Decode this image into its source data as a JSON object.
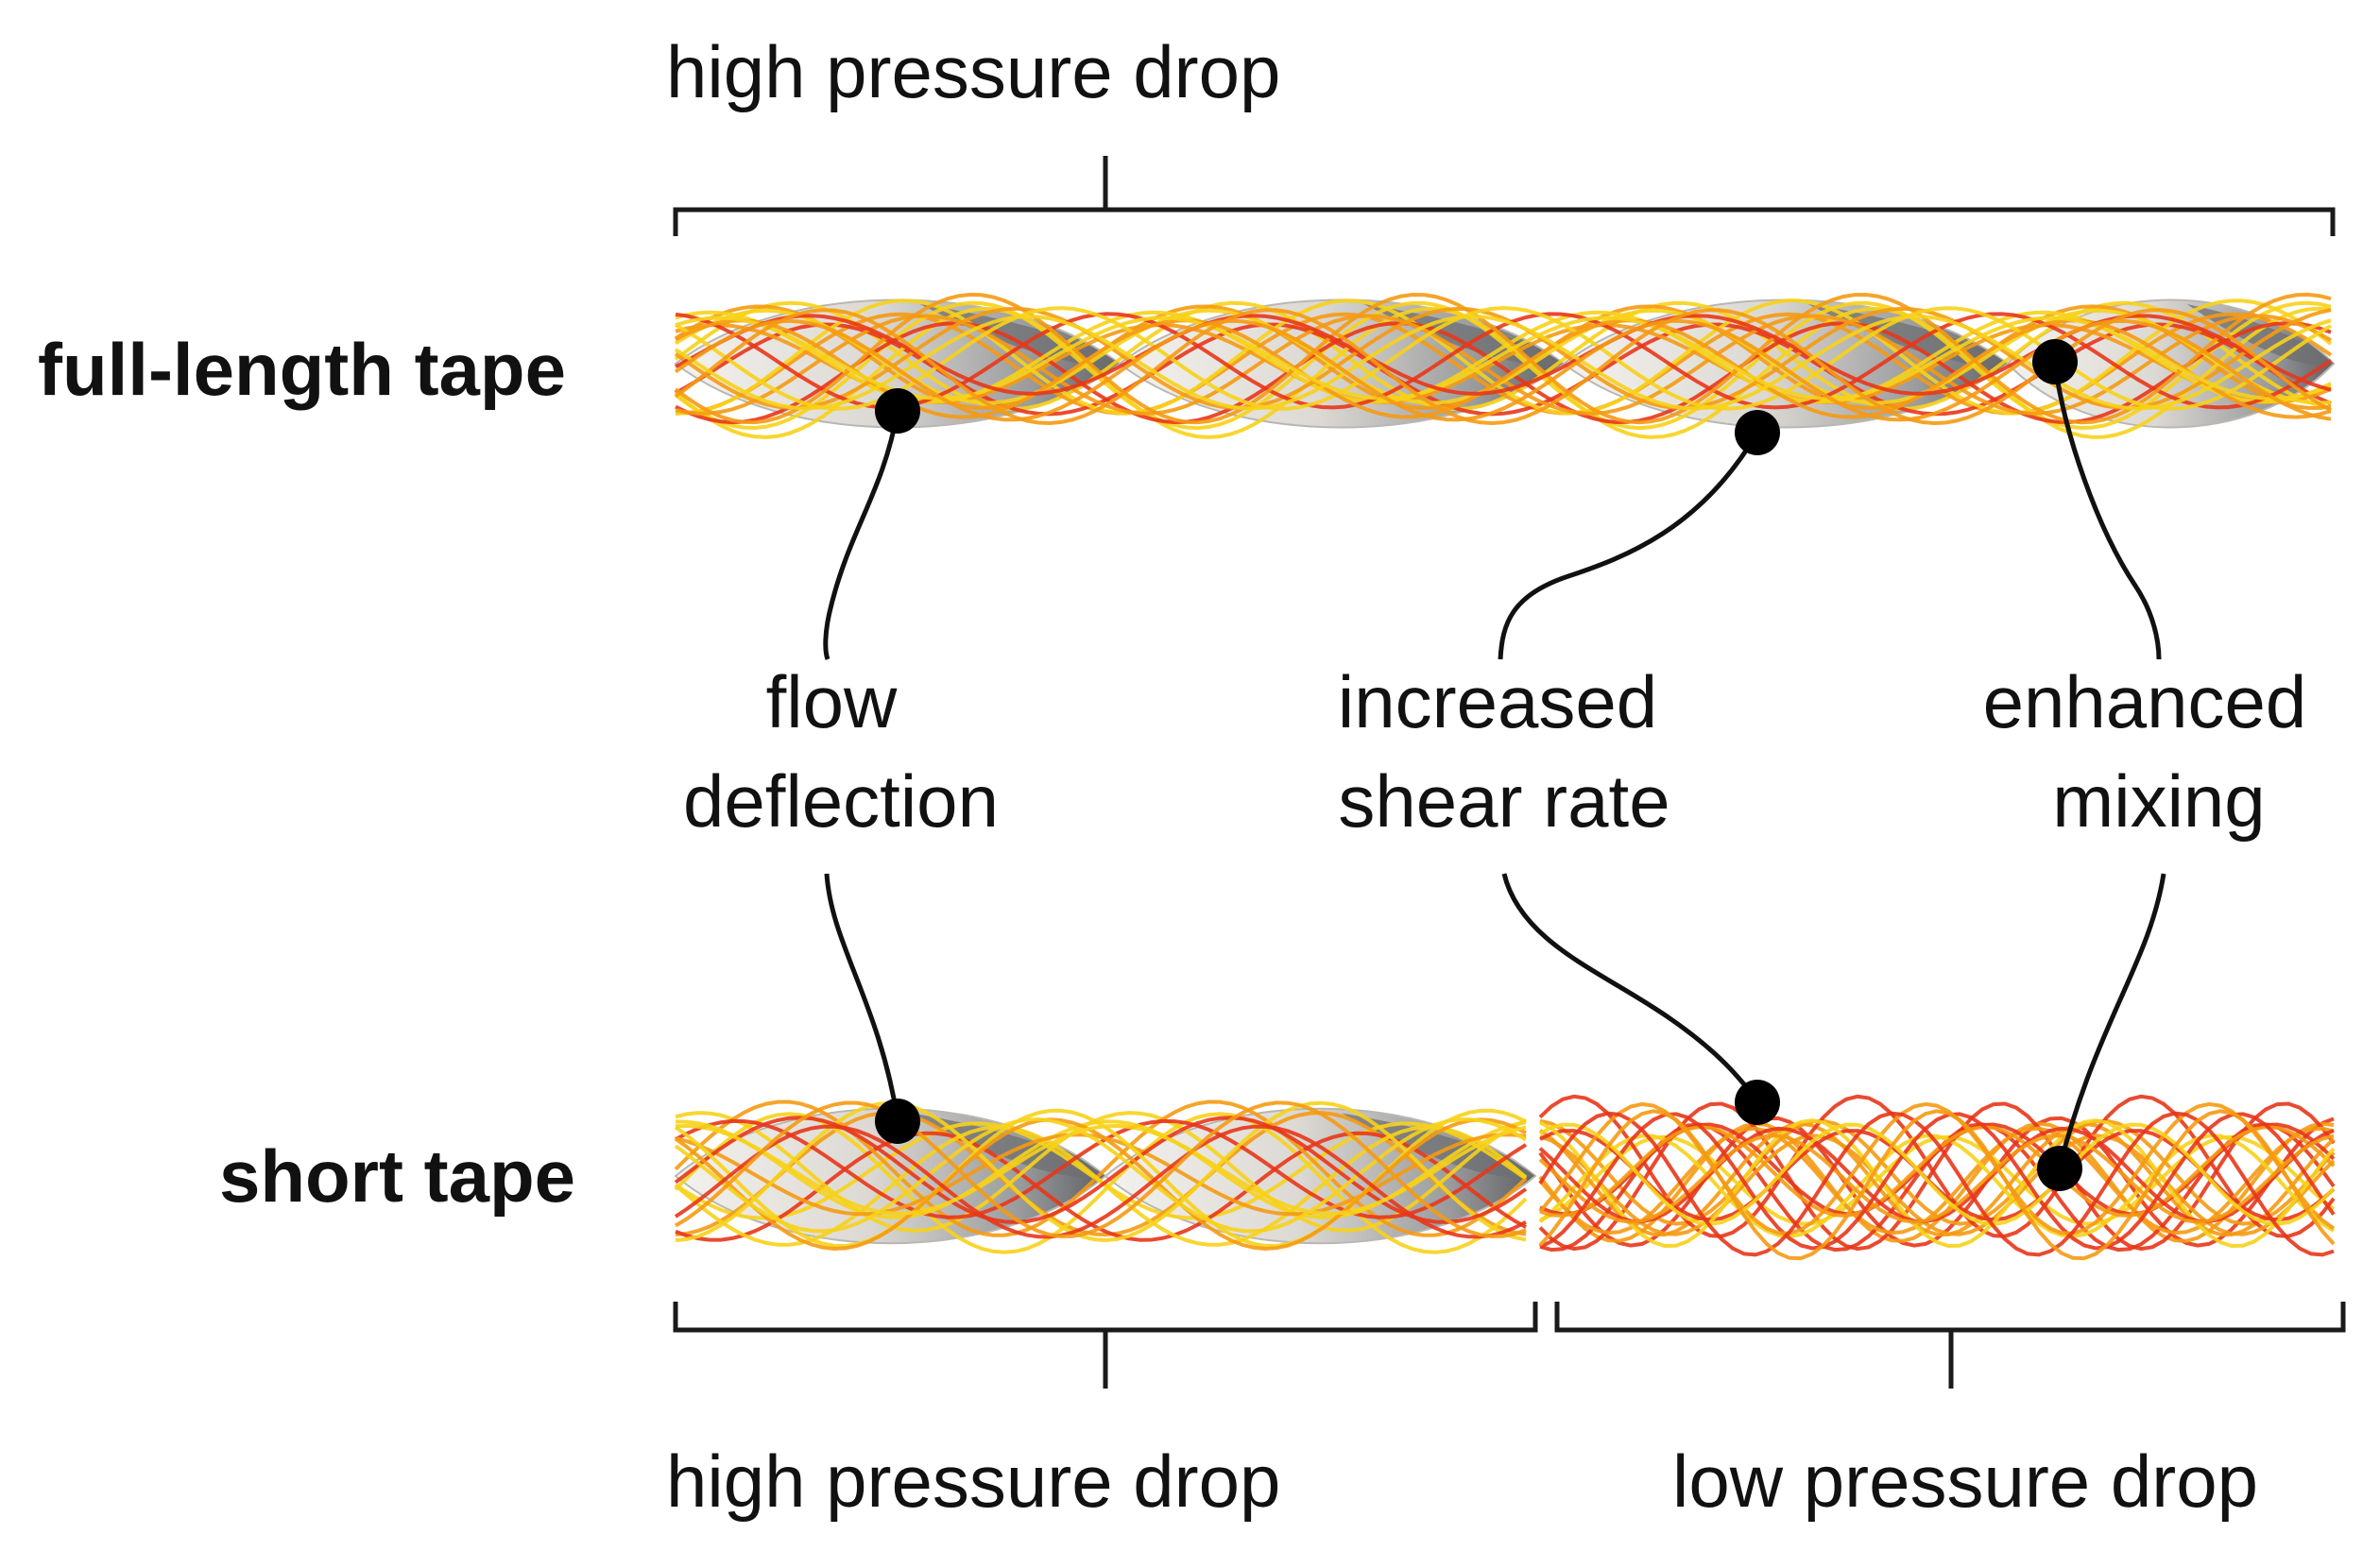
{
  "row_labels": {
    "full": "full-length tape",
    "short": "short tape"
  },
  "pressure_labels": {
    "top": "high pressure drop",
    "bottom_left": "high pressure drop",
    "bottom_right": "low pressure drop"
  },
  "annotations": {
    "flow_deflection": [
      "flow",
      "deflection"
    ],
    "shear_rate": [
      "increased",
      "shear rate"
    ],
    "mixing": [
      "enhanced",
      "mixing"
    ]
  },
  "colors": {
    "streamline_yellow": "#f7d21a",
    "streamline_orange": "#f59a12",
    "streamline_red": "#e8361a",
    "tape_light": "#ece9e4",
    "tape_dark": "#6d6f72"
  }
}
